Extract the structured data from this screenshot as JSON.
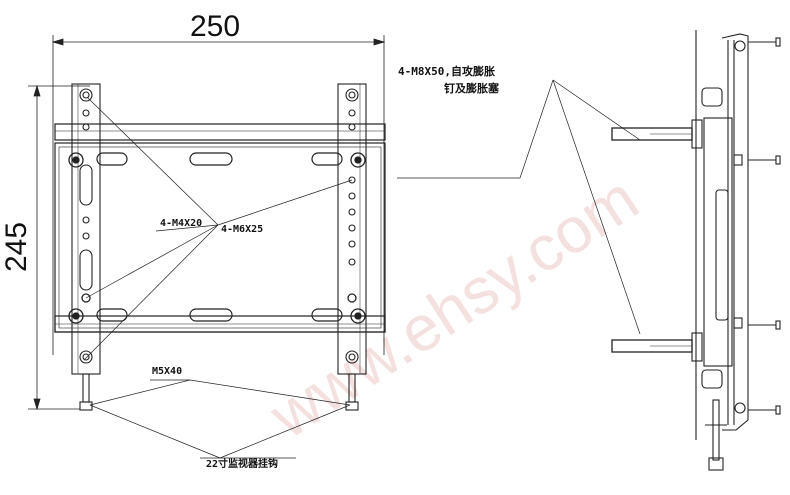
{
  "dimensions": {
    "width": "250",
    "height": "245"
  },
  "callouts": {
    "anchor_line1": "4-M8X50,自攻膨胀",
    "anchor_line2": "钉及膨胀塞",
    "screw_m4": "4-M4X20",
    "screw_m6": "4-M6X25",
    "screw_m5": "M5X40",
    "hook": "22寸监视器挂钩"
  },
  "watermark": "www.ehsy.com",
  "colors": {
    "line": "#222222",
    "watermark": "#f2d6d6"
  }
}
